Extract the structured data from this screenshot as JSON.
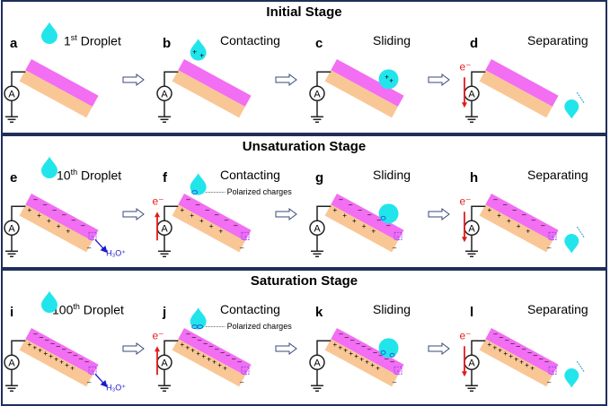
{
  "colors": {
    "border": "#1f2f5a",
    "top_layer": "#f26ef2",
    "bottom_layer": "#f9c796",
    "droplet": "#22e5ec",
    "electron_arrow": "#e31b1b",
    "h3o_arrow": "#1a1acc",
    "polar_charge": "#1f5fd6",
    "dashed_box": "#9a4cf2"
  },
  "stages": [
    {
      "title": "Initial Stage",
      "panels": [
        {
          "letter": "a",
          "label_prefix": "1",
          "label_sup": "st",
          "label_suffix": " Droplet"
        },
        {
          "letter": "b",
          "label": "Contacting"
        },
        {
          "letter": "c",
          "label": "Sliding"
        },
        {
          "letter": "d",
          "label": "Separating",
          "electron": "e⁻"
        }
      ]
    },
    {
      "title": "Unsaturation Stage",
      "panels": [
        {
          "letter": "e",
          "label_prefix": "10",
          "label_sup": "th",
          "label_suffix": " Droplet",
          "ion": "H₃O⁺"
        },
        {
          "letter": "f",
          "label": "Contacting",
          "electron": "e⁻",
          "annotation": "Polarized charges"
        },
        {
          "letter": "g",
          "label": "Sliding"
        },
        {
          "letter": "h",
          "label": "Separating",
          "electron": "e⁻"
        }
      ]
    },
    {
      "title": "Saturation Stage",
      "panels": [
        {
          "letter": "i",
          "label_prefix": "100",
          "label_sup": "th",
          "label_suffix": " Droplet",
          "ion": "H₃O⁺"
        },
        {
          "letter": "j",
          "label": "Contacting",
          "electron": "e⁻",
          "annotation": "Polarized charges"
        },
        {
          "letter": "k",
          "label": "Sliding"
        },
        {
          "letter": "l",
          "label": "Separating",
          "electron": "e⁻"
        }
      ]
    }
  ],
  "ammeter_symbol": "A",
  "plus": "+",
  "minus": "–"
}
